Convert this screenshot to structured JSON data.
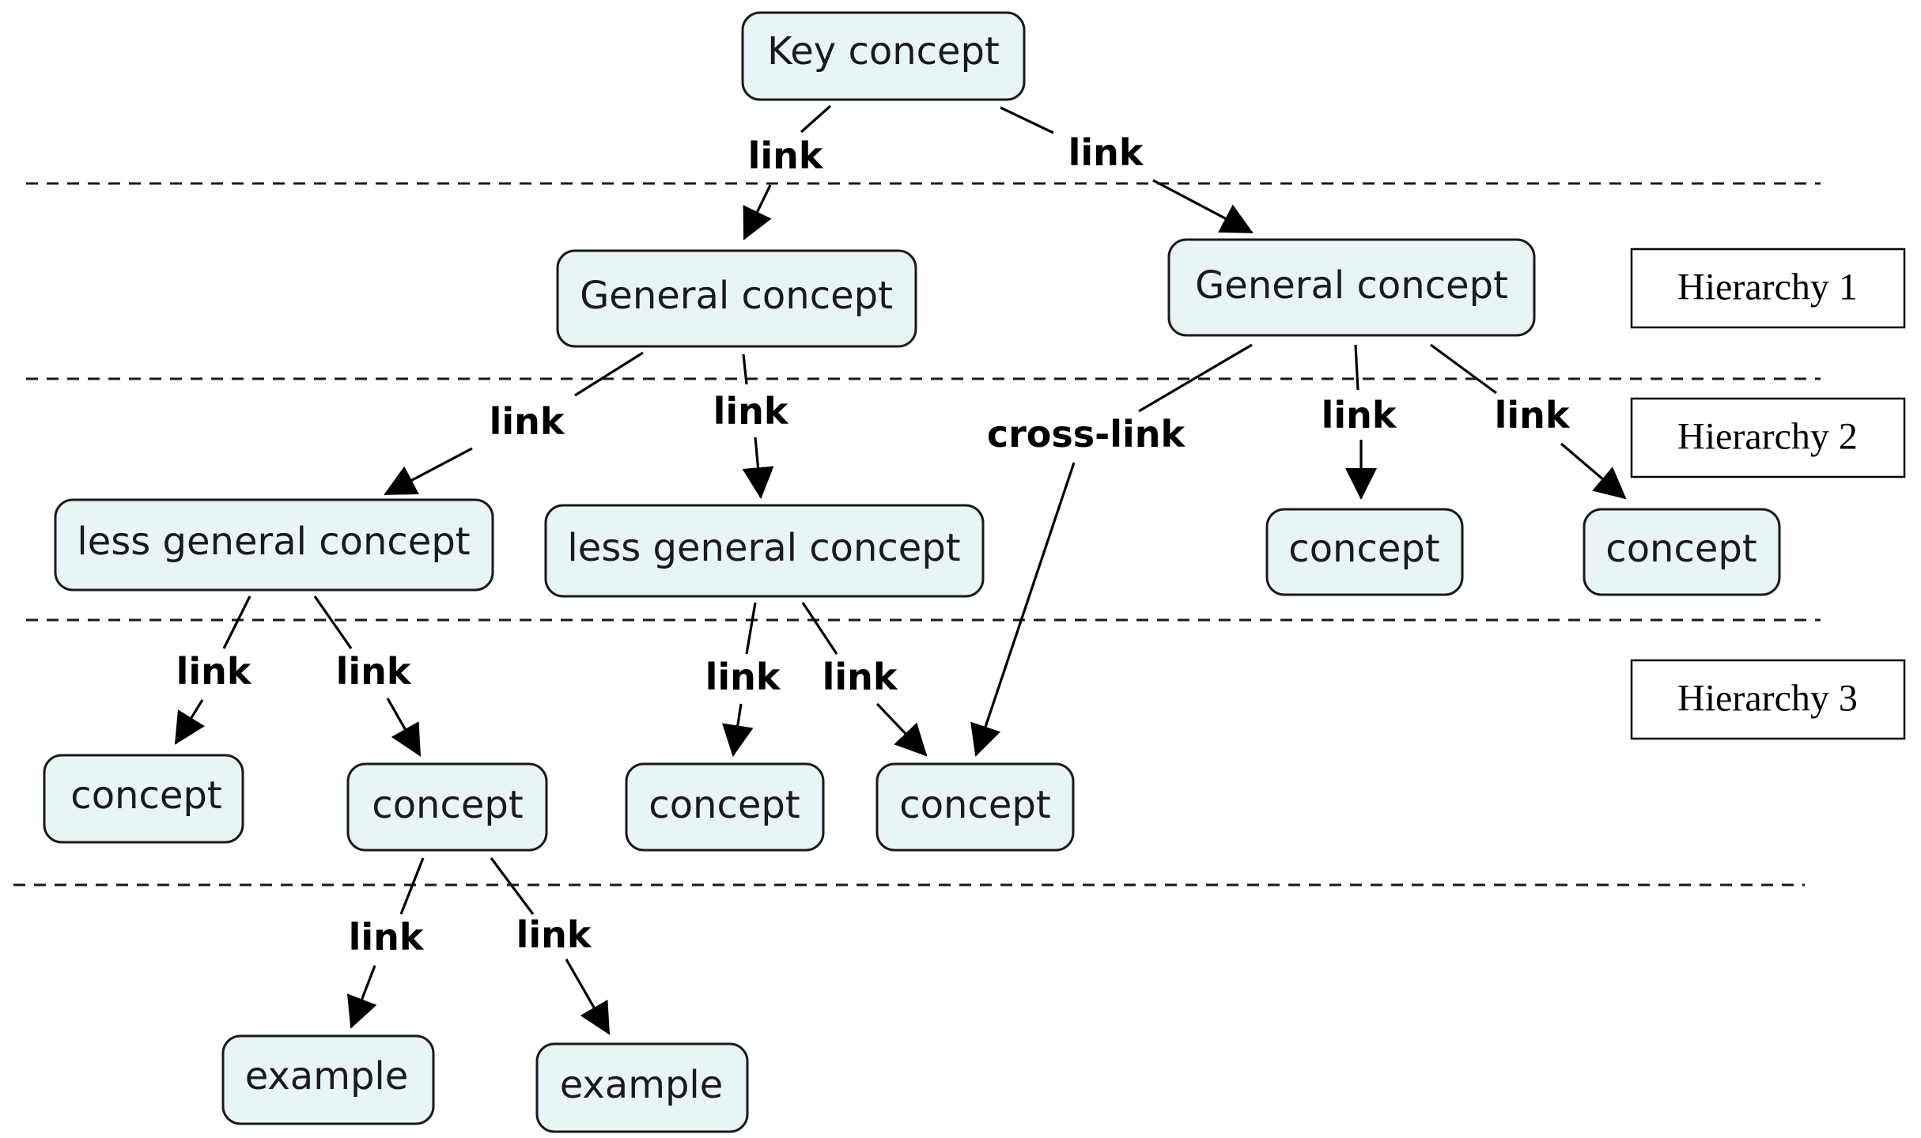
{
  "nodes": {
    "key": "Key concept",
    "general_left": "General concept",
    "general_right": "General concept",
    "less_general_left": "less general concept",
    "less_general_mid": "less general concept",
    "concept_h2_a": "concept",
    "concept_h2_b": "concept",
    "concept_h3_a": "concept",
    "concept_h3_b": "concept",
    "concept_h3_c": "concept",
    "concept_h3_d": "concept",
    "example_a": "example",
    "example_b": "example"
  },
  "edges": {
    "key_to_general_left": "link",
    "key_to_general_right": "link",
    "general_left_to_less_left": "link",
    "general_left_to_less_mid": "link",
    "cross_link": "cross-link",
    "general_right_to_concept_a": "link",
    "general_right_to_concept_b": "link",
    "less_left_to_concept_a": "link",
    "less_left_to_concept_b": "link",
    "less_mid_to_concept_c": "link",
    "less_mid_to_concept_d": "link",
    "concept_b_to_example_a": "link",
    "concept_b_to_example_b": "link"
  },
  "levels": [
    "Hierarchy 1",
    "Hierarchy 2",
    "Hierarchy 3"
  ],
  "colors": {
    "node_fill": "#e9f4f6",
    "node_stroke": "#1a1a1a",
    "line": "#000000"
  }
}
